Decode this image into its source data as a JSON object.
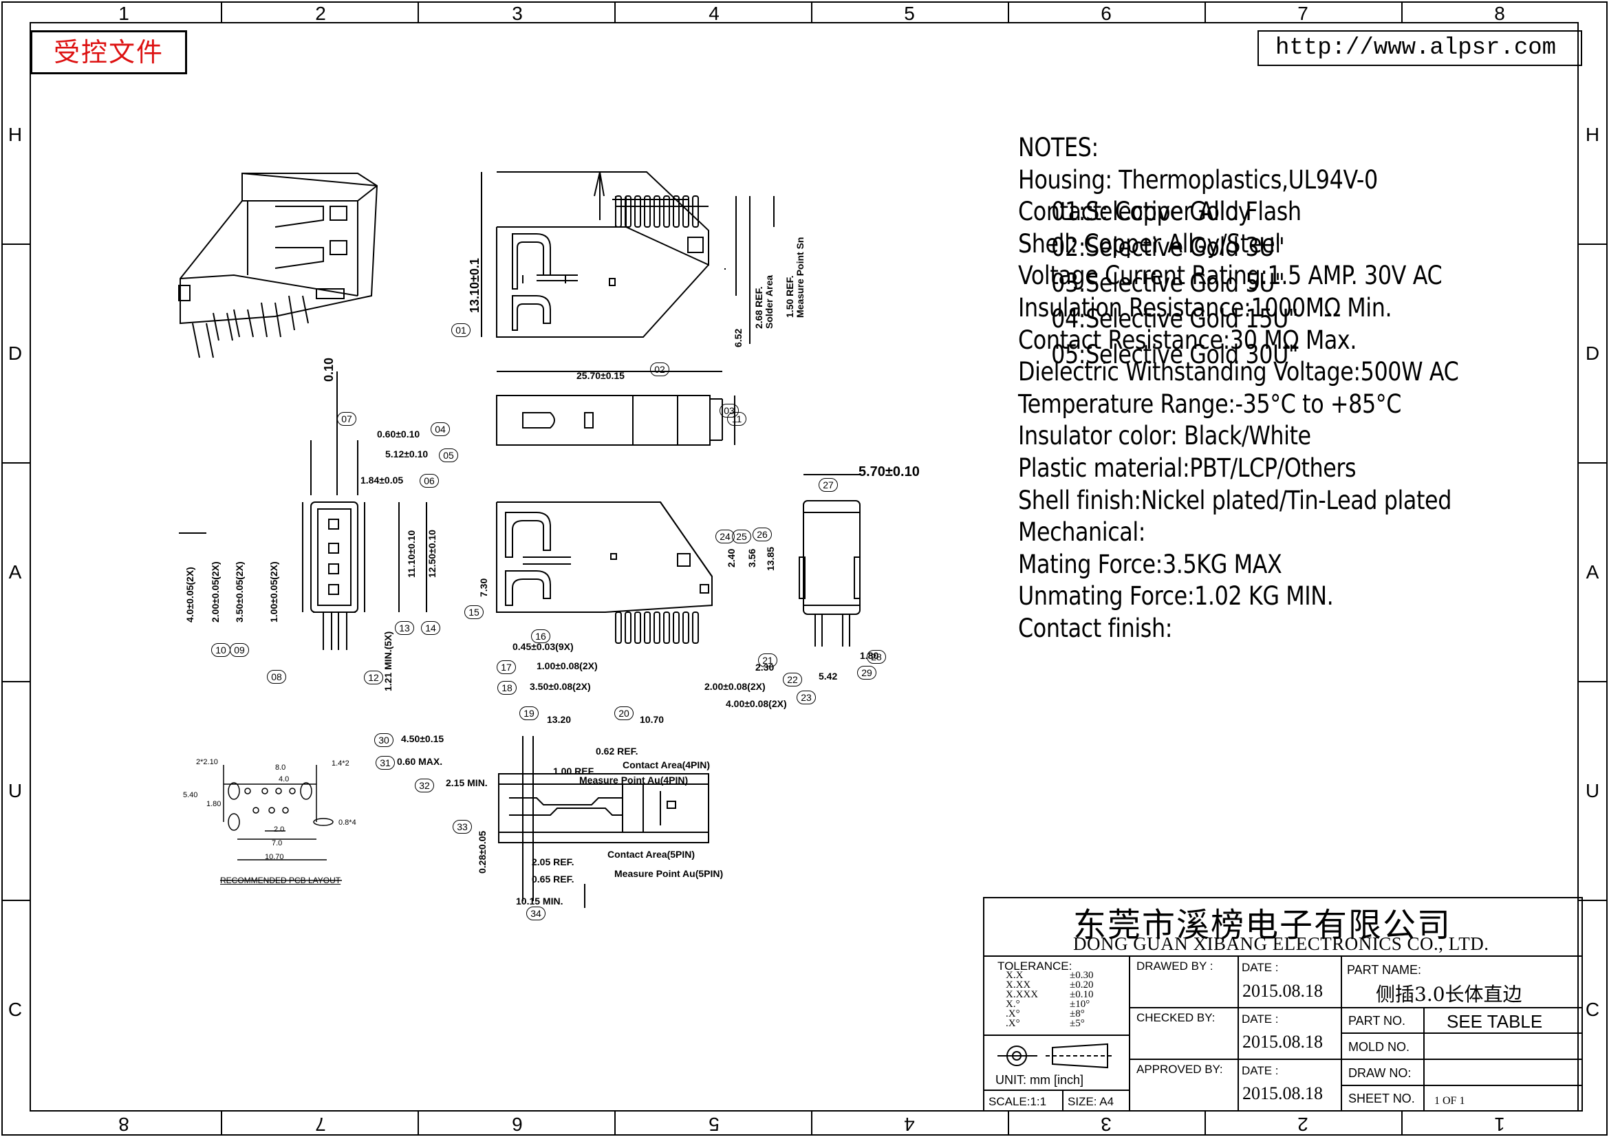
{
  "frame": {
    "top_zones": [
      "1",
      "2",
      "3",
      "4",
      "5",
      "6",
      "7",
      "8"
    ],
    "bottom_zones": [
      "8",
      "7",
      "6",
      "5",
      "4",
      "3",
      "2",
      "1"
    ],
    "side_zones": [
      "H",
      "D",
      "A",
      "U",
      "C"
    ]
  },
  "stamp": {
    "text": "受控文件",
    "color": "#dd1111"
  },
  "url": "http://www.alpsr.com",
  "notes": {
    "title": "NOTES:",
    "lines": [
      "Housing:  Thermoplastics,UL94V-0",
      "Contact:  Copper  Alloy",
      "Shell:  Copper  Alloy/Steel",
      "Voltage  Current  Rating:1.5  AMP.  30V  AC",
      "Insulation  Resistance:1000MΩ  Min.",
      "Contact  Resistance:30  MΩ  Max.",
      "Dielectric  Withstanding  Voltage:500W  AC",
      "Temperature  Range:-35°C  to  +85°C",
      "Insulator  color:  Black/White",
      "Plastic  material:PBT/LCP/Others",
      "Shell  finish:Nickel  plated/Tin-Lead  plated",
      "Mechanical:",
      "Mating  Force:3.5KG  MAX",
      "Unmating  Force:1.02  KG  MIN.",
      "Contact  finish:"
    ],
    "finishes": [
      "01:Selective  Gold  Flash",
      "02:Selective  Gold  3U\"",
      "03:Selective  Gold  5U\"",
      "04:Selective  Gold  15U\"",
      "05:Selective  Gold  30U\""
    ]
  },
  "title_block": {
    "company_cn": "东莞市溪榜电子有限公司",
    "company_en": "DONG  GUAN  XIBANG  ELECTRONICS  CO.,  LTD.",
    "tolerance_label": "TOLERANCE:",
    "tolerance_rows": [
      {
        "k": "X.X",
        "v": "±0.30"
      },
      {
        "k": "X.XX",
        "v": "±0.20"
      },
      {
        "k": "X.XXX",
        "v": "±0.10"
      },
      {
        "k": "X.°",
        "v": "±10°"
      },
      {
        "k": ".X°",
        "v": "±8°"
      },
      {
        "k": ".X°",
        "v": "±5°"
      }
    ],
    "unit": "UNIT:  mm  [inch]",
    "scale": "SCALE:1:1",
    "size": "SIZE:  A4",
    "drawn_by": "DRAWED  BY :",
    "checked_by": "CHECKED  BY:",
    "approved_by": "APPROVED  BY:",
    "date_label": "DATE  :",
    "date_value": "2015.08.18",
    "part_name_label": "PART  NAME:",
    "part_name": "侧插3.0长体直边",
    "part_no_label": "PART  NO.",
    "part_no": "SEE  TABLE",
    "mold_no_label": "MOLD  NO.",
    "draw_no_label": "DRAW  NO:",
    "sheet_no_label": "SHEET  NO.",
    "sheet_no": "1  OF  1"
  },
  "drawing": {
    "dims": {
      "d1": "13.10±0.1",
      "d2": "2.68  REF.",
      "d2b": "Solder  Area",
      "d3": "1.50  REF.",
      "d3b": "Measure  Point  Sn",
      "d4": "6.52",
      "d5": "25.70±0.15",
      "d6": "0.60±0.10",
      "d7": "5.12±0.10",
      "d8": "1.84±0.05",
      "d9": "0.10",
      "d10": "5.70±0.10",
      "d11": "11.10±0.10",
      "d12": "12.50±0.10",
      "d13": "4.0±0.05(2X)",
      "d14": "2.00±0.05(2X)",
      "d15": "3.50±0.05(2X)",
      "d16": "1.00±0.05(2X)",
      "d17": "1.21  MIN.(5X)",
      "d18": "7.30",
      "d19": "2.40",
      "d20": "3.56",
      "d21": "13.85",
      "d22": "0.45±0.03(9X)",
      "d23": "1.00±0.08(2X)",
      "d24": "3.50±0.08(2X)",
      "d25": "2.00±0.08(2X)",
      "d26": "4.00±0.08(2X)",
      "d27": "13.20",
      "d28": "10.70",
      "d29": "2.30",
      "d30": "5.42",
      "d31": "1.80",
      "d32": "4.50±0.15",
      "d33": "0.60  MAX.",
      "d34": "2.15  MIN.",
      "d35": "0.62  REF.",
      "d36": "1.00  REF.",
      "d37": "Contact  Area(4PIN)",
      "d38": "Measure  Point  Au(4PIN)",
      "d39": "2.05  REF.",
      "d40": "0.65  REF.",
      "d41": "Contact  Area(5PIN)",
      "d42": "Measure  Point  Au(5PIN)",
      "d43": "10.15  MIN.",
      "d44": "0.28±0.05",
      "pcb_title": "RECOMMENDED  PCB  LAYOUT",
      "pcb1": "2*2.10",
      "pcb2": "8.0",
      "pcb3": "4.0",
      "pcb4": "1.4*2",
      "pcb5": "5.40",
      "pcb6": "1.80",
      "pcb7": "2.0",
      "pcb8": "7.0",
      "pcb9": "10.70",
      "pcb10": "0.8*4"
    },
    "balloons": [
      "01",
      "02",
      "03",
      "04",
      "05",
      "06",
      "07",
      "08",
      "09",
      "10",
      "11",
      "12",
      "13",
      "14",
      "15",
      "16",
      "17",
      "18",
      "19",
      "20",
      "21",
      "22",
      "23",
      "24",
      "25",
      "26",
      "27",
      "28",
      "29",
      "30",
      "31",
      "32",
      "33",
      "34"
    ]
  }
}
